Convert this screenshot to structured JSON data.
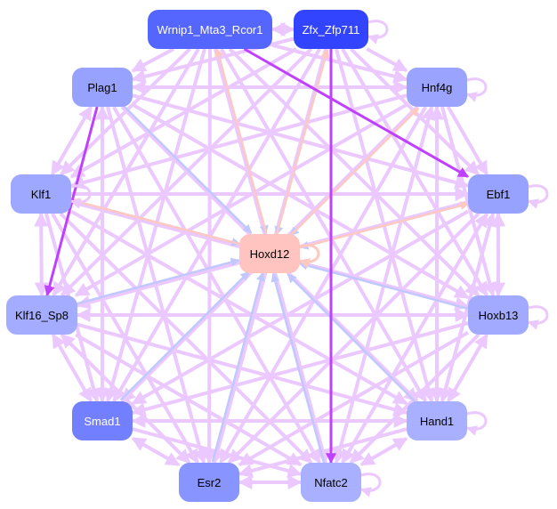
{
  "nodes": [
    {
      "id": "wrnip1",
      "label": "Wrnip1_Mta3_Rcor1",
      "color": "#5566ff",
      "text": "#ffffff"
    },
    {
      "id": "zfx",
      "label": "Zfx_Zfp711",
      "color": "#3344ff",
      "text": "#ffffff"
    },
    {
      "id": "plag1",
      "label": "Plag1",
      "color": "#97a2ff",
      "text": "#000000"
    },
    {
      "id": "hnf4g",
      "label": "Hnf4g",
      "color": "#9aa4ff",
      "text": "#000000"
    },
    {
      "id": "klf1",
      "label": "Klf1",
      "color": "#9ea8ff",
      "text": "#000000"
    },
    {
      "id": "ebf1",
      "label": "Ebf1",
      "color": "#97a2ff",
      "text": "#000000"
    },
    {
      "id": "hoxd12",
      "label": "Hoxd12",
      "color": "#ffc4c0",
      "text": "#000000"
    },
    {
      "id": "klf16",
      "label": "Klf16_Sp8",
      "color": "#a4acff",
      "text": "#000000"
    },
    {
      "id": "hoxb13",
      "label": "Hoxb13",
      "color": "#a2aaff",
      "text": "#000000"
    },
    {
      "id": "smad1",
      "label": "Smad1",
      "color": "#7280ff",
      "text": "#ffffff"
    },
    {
      "id": "hand1",
      "label": "Hand1",
      "color": "#a8b0ff",
      "text": "#000000"
    },
    {
      "id": "esr2",
      "label": "Esr2",
      "color": "#8894ff",
      "text": "#000000"
    },
    {
      "id": "nfatc2",
      "label": "Nfatc2",
      "color": "#a8b0ff",
      "text": "#000000"
    }
  ],
  "edge_colors": {
    "default": "#ebc8ff",
    "strong": "#c040ff",
    "blue": "#c0c8ff",
    "pink": "#ffc8c0"
  },
  "edges": [
    {
      "from": "wrnip1",
      "to": "zfx",
      "type": "default",
      "bidir": true
    },
    {
      "from": "wrnip1",
      "to": "ebf1",
      "type": "strong"
    },
    {
      "from": "wrnip1",
      "to": "hoxd12",
      "type": "blue"
    },
    {
      "from": "hoxd12",
      "to": "wrnip1",
      "type": "pink"
    },
    {
      "from": "zfx",
      "to": "hoxd12",
      "type": "blue"
    },
    {
      "from": "hoxd12",
      "to": "zfx",
      "type": "pink"
    },
    {
      "from": "hoxd12",
      "to": "hnf4g",
      "type": "pink"
    },
    {
      "from": "hnf4g",
      "to": "hoxd12",
      "type": "blue"
    },
    {
      "from": "hoxd12",
      "to": "klf1",
      "type": "pink"
    },
    {
      "from": "klf1",
      "to": "hoxd12",
      "type": "blue"
    },
    {
      "from": "plag1",
      "to": "hoxd12",
      "type": "blue"
    },
    {
      "from": "ebf1",
      "to": "hoxd12",
      "type": "blue"
    },
    {
      "from": "hoxd12",
      "to": "ebf1",
      "type": "pink"
    },
    {
      "from": "klf16",
      "to": "hoxd12",
      "type": "blue"
    },
    {
      "from": "hoxb13",
      "to": "hoxd12",
      "type": "blue"
    },
    {
      "from": "smad1",
      "to": "hoxd12",
      "type": "blue"
    },
    {
      "from": "hand1",
      "to": "hoxd12",
      "type": "blue"
    },
    {
      "from": "esr2",
      "to": "hoxd12",
      "type": "blue"
    },
    {
      "from": "nfatc2",
      "to": "hoxd12",
      "type": "blue"
    },
    {
      "from": "plag1",
      "to": "klf16",
      "type": "strong"
    },
    {
      "from": "zfx",
      "to": "nfatc2",
      "type": "strong"
    },
    {
      "from": "wrnip1",
      "to": "plag1",
      "type": "default"
    },
    {
      "from": "wrnip1",
      "to": "hnf4g",
      "type": "default"
    },
    {
      "from": "wrnip1",
      "to": "klf1",
      "type": "default"
    },
    {
      "from": "wrnip1",
      "to": "klf16",
      "type": "default"
    },
    {
      "from": "wrnip1",
      "to": "hoxb13",
      "type": "default"
    },
    {
      "from": "wrnip1",
      "to": "smad1",
      "type": "default"
    },
    {
      "from": "wrnip1",
      "to": "hand1",
      "type": "default"
    },
    {
      "from": "wrnip1",
      "to": "esr2",
      "type": "default"
    },
    {
      "from": "wrnip1",
      "to": "nfatc2",
      "type": "default"
    },
    {
      "from": "zfx",
      "to": "plag1",
      "type": "default"
    },
    {
      "from": "zfx",
      "to": "hnf4g",
      "type": "default"
    },
    {
      "from": "zfx",
      "to": "klf1",
      "type": "default"
    },
    {
      "from": "zfx",
      "to": "ebf1",
      "type": "default"
    },
    {
      "from": "zfx",
      "to": "klf16",
      "type": "default"
    },
    {
      "from": "zfx",
      "to": "hoxb13",
      "type": "default"
    },
    {
      "from": "zfx",
      "to": "smad1",
      "type": "default"
    },
    {
      "from": "zfx",
      "to": "hand1",
      "type": "default"
    },
    {
      "from": "zfx",
      "to": "esr2",
      "type": "default"
    },
    {
      "from": "plag1",
      "to": "hnf4g",
      "type": "default",
      "bidir": true
    },
    {
      "from": "plag1",
      "to": "klf1",
      "type": "default",
      "bidir": true
    },
    {
      "from": "plag1",
      "to": "ebf1",
      "type": "default"
    },
    {
      "from": "plag1",
      "to": "hoxb13",
      "type": "default"
    },
    {
      "from": "plag1",
      "to": "smad1",
      "type": "default",
      "bidir": true
    },
    {
      "from": "plag1",
      "to": "hand1",
      "type": "default"
    },
    {
      "from": "plag1",
      "to": "esr2",
      "type": "default"
    },
    {
      "from": "plag1",
      "to": "nfatc2",
      "type": "default"
    },
    {
      "from": "hnf4g",
      "to": "klf1",
      "type": "default"
    },
    {
      "from": "hnf4g",
      "to": "ebf1",
      "type": "default"
    },
    {
      "from": "hnf4g",
      "to": "klf16",
      "type": "default"
    },
    {
      "from": "hnf4g",
      "to": "hoxb13",
      "type": "default"
    },
    {
      "from": "hnf4g",
      "to": "smad1",
      "type": "default"
    },
    {
      "from": "hnf4g",
      "to": "hand1",
      "type": "default",
      "bidir": true
    },
    {
      "from": "hnf4g",
      "to": "esr2",
      "type": "default"
    },
    {
      "from": "hnf4g",
      "to": "nfatc2",
      "type": "default",
      "bidir": true
    },
    {
      "from": "klf1",
      "to": "ebf1",
      "type": "default"
    },
    {
      "from": "klf1",
      "to": "klf16",
      "type": "default",
      "bidir": true
    },
    {
      "from": "klf1",
      "to": "hoxb13",
      "type": "default"
    },
    {
      "from": "klf1",
      "to": "smad1",
      "type": "default"
    },
    {
      "from": "klf1",
      "to": "hand1",
      "type": "default"
    },
    {
      "from": "klf1",
      "to": "esr2",
      "type": "default"
    },
    {
      "from": "klf1",
      "to": "nfatc2",
      "type": "default"
    },
    {
      "from": "ebf1",
      "to": "klf16",
      "type": "default"
    },
    {
      "from": "ebf1",
      "to": "hoxb13",
      "type": "default",
      "bidir": true
    },
    {
      "from": "ebf1",
      "to": "smad1",
      "type": "default"
    },
    {
      "from": "ebf1",
      "to": "hand1",
      "type": "default",
      "bidir": true
    },
    {
      "from": "ebf1",
      "to": "esr2",
      "type": "default"
    },
    {
      "from": "ebf1",
      "to": "nfatc2",
      "type": "default",
      "bidir": true
    },
    {
      "from": "klf16",
      "to": "hoxb13",
      "type": "default",
      "bidir": true
    },
    {
      "from": "klf16",
      "to": "smad1",
      "type": "default",
      "bidir": true
    },
    {
      "from": "klf16",
      "to": "hand1",
      "type": "default"
    },
    {
      "from": "klf16",
      "to": "esr2",
      "type": "default",
      "bidir": true
    },
    {
      "from": "klf16",
      "to": "nfatc2",
      "type": "default"
    },
    {
      "from": "hoxb13",
      "to": "smad1",
      "type": "default"
    },
    {
      "from": "hoxb13",
      "to": "hand1",
      "type": "default",
      "bidir": true
    },
    {
      "from": "hoxb13",
      "to": "esr2",
      "type": "default"
    },
    {
      "from": "hoxb13",
      "to": "nfatc2",
      "type": "default"
    },
    {
      "from": "smad1",
      "to": "hand1",
      "type": "default",
      "bidir": true
    },
    {
      "from": "smad1",
      "to": "esr2",
      "type": "default",
      "bidir": true
    },
    {
      "from": "smad1",
      "to": "nfatc2",
      "type": "default"
    },
    {
      "from": "hand1",
      "to": "esr2",
      "type": "default"
    },
    {
      "from": "hand1",
      "to": "nfatc2",
      "type": "default",
      "bidir": true
    },
    {
      "from": "esr2",
      "to": "nfatc2",
      "type": "default",
      "bidir": true
    }
  ],
  "self_loops": [
    "zfx",
    "hnf4g",
    "klf1",
    "ebf1",
    "hoxd12",
    "hoxb13",
    "hand1",
    "nfatc2"
  ]
}
